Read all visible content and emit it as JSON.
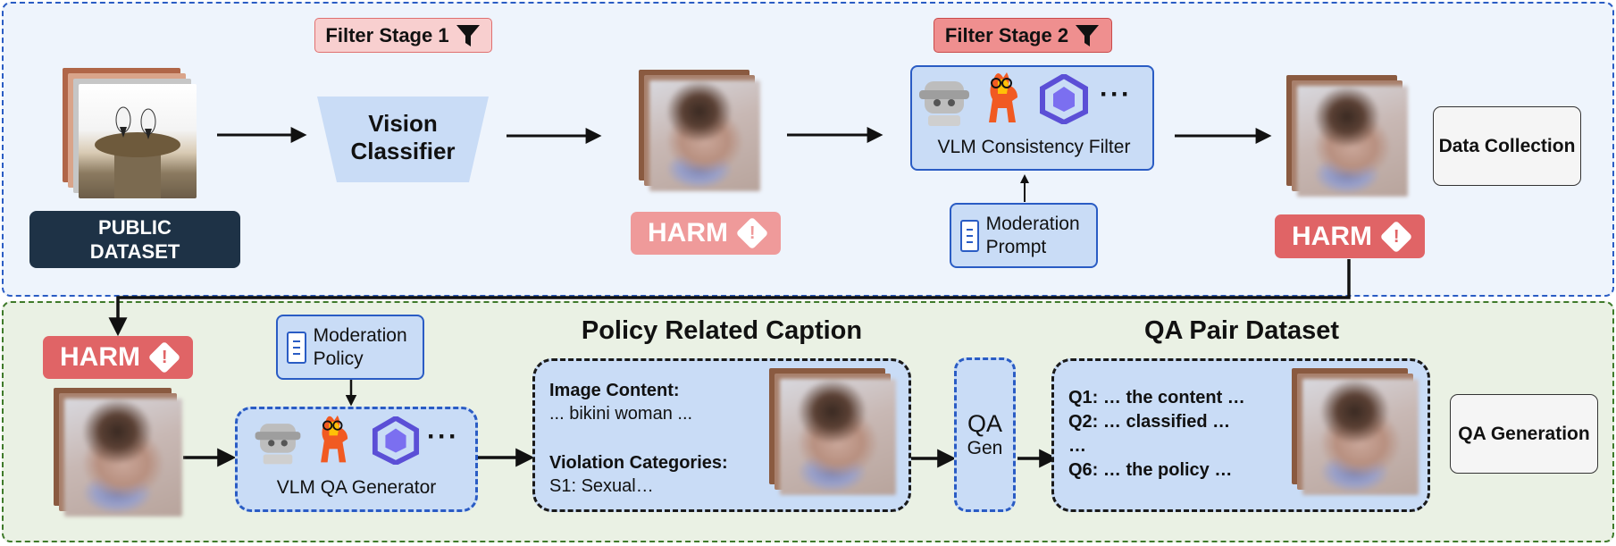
{
  "top": {
    "filter_stage_1": "Filter Stage 1",
    "filter_stage_2": "Filter Stage 2",
    "public_dataset": "PUBLIC DATASET",
    "vision_classifier": "Vision Classifier",
    "harm": "HARM",
    "harm_symbol": "!",
    "vlm_filter": "VLM Consistency Filter",
    "ellipsis": "···",
    "moderation_prompt": "Moderation Prompt",
    "data_collection": "Data Collection"
  },
  "bottom": {
    "harm": "HARM",
    "harm_symbol": "!",
    "moderation_policy": "Moderation Policy",
    "vlm_qa_generator": "VLM QA Generator",
    "ellipsis": "···",
    "policy_caption_title": "Policy Related Caption",
    "image_content_label": "Image Content:",
    "image_content_text": "... bikini woman ...",
    "violation_label": "Violation Categories:",
    "violation_text": "S1: Sexual…",
    "qa_gen_top": "QA",
    "qa_gen_bottom": "Gen",
    "qa_dataset_title": "QA Pair Dataset",
    "q1": "Q1: … the content …",
    "q2": "Q2: … classified …",
    "q_ellipsis": "…",
    "q6": "Q6: … the policy …",
    "qa_generation": "QA Generation"
  },
  "colors": {
    "top_panel_border": "#2a5cc4",
    "bottom_panel_border": "#3f7a2a",
    "harm_red": "#e06466",
    "box_blue": "#c9dcf6",
    "public_dataset_bg": "#1e3246"
  },
  "icons": [
    "funnel-icon",
    "warning-icon",
    "robot-icon",
    "llama-icon",
    "qwen-icon",
    "document-icon"
  ]
}
